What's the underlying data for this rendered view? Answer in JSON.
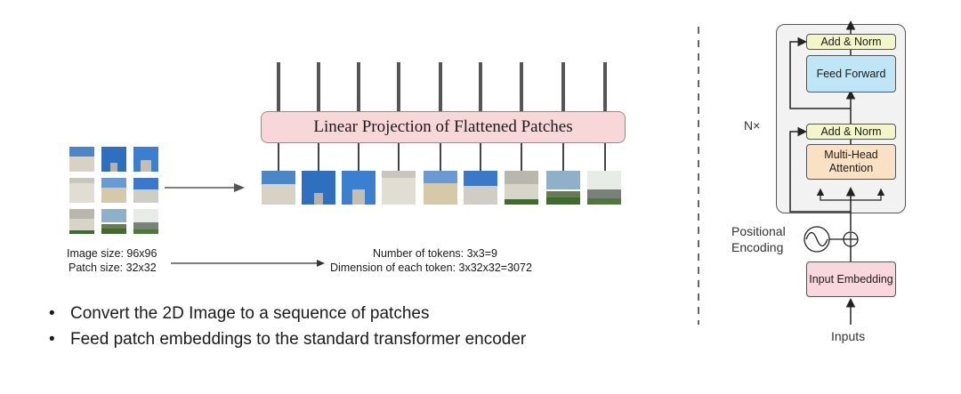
{
  "projection": {
    "label": "Linear Projection of Flattened Patches"
  },
  "image_info": {
    "image_size": "Image size: 96x96",
    "patch_size": "Patch size: 32x32"
  },
  "token_info": {
    "num_tokens": "Number of tokens: 3x3=9",
    "token_dim": "Dimension of each token: 3x32x32=3072"
  },
  "bullets": [
    "Convert the 2D Image to a sequence of patches",
    "Feed patch embeddings to the standard transformer encoder"
  ],
  "transformer": {
    "repeat_label": "N×",
    "add_norm_top": "Add & Norm",
    "feed_forward": "Feed Forward",
    "add_norm_bottom": "Add & Norm",
    "multi_head": "Multi-Head Attention",
    "positional": "Positional Encoding",
    "input_embedding": "Input Embedding",
    "inputs": "Inputs"
  },
  "colors": {
    "projection_fill": "#f8d7d9",
    "add_norm": "#f2f6c8",
    "feed_forward": "#bfe6f6",
    "multi_head": "#fbe1c4",
    "embedding": "#f8d8de"
  }
}
